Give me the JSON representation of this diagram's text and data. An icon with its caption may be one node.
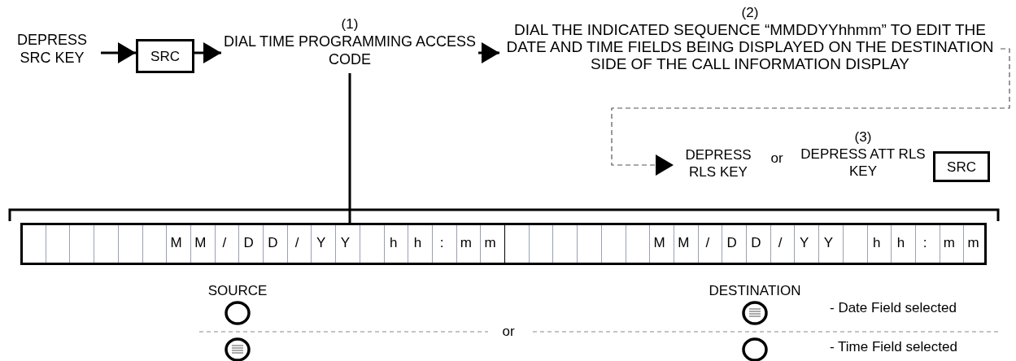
{
  "diagram": {
    "nodes": [
      {
        "text": [
          "DEPRESS SRC KEY"
        ]
      },
      {
        "text": [
          "SRC"
        ]
      },
      {
        "text": [
          "(1)",
          "DIAL TIME PROGRAMMING ACCESS CODE"
        ]
      },
      {
        "text": [
          "(2)",
          "DIAL THE INDICATED SEQUENCE “MMDDYYhhmm” TO EDIT THE DATE AND TIME FIELDS BEING DISPLAYED ON THE DESTINATION SIDE OF THE CALL INFORMATION DISPLAY"
        ]
      },
      {
        "text": [
          "DEPRESS RLS KEY"
        ]
      },
      {
        "text": [
          "(3)",
          "DEPRESS ATT RLS KEY"
        ]
      },
      {
        "text": [
          "SRC"
        ]
      },
      {
        "text": [],
        "shape": "box"
      }
    ],
    "edges": [
      {
        "from": 0,
        "to": 1,
        "arrow": "to"
      },
      {
        "from": 1,
        "to": 2,
        "arrow": "to"
      },
      {
        "from": 2,
        "to": 3,
        "arrow": "to"
      },
      {
        "from": 3,
        "to": 4,
        "arrow": "to",
        "style": "dashed"
      },
      {
        "from": 2,
        "to": 7,
        "arrow": "none"
      }
    ],
    "labels": [
      "or",
      "M",
      "M",
      "/",
      "D",
      "D",
      "/",
      "Y",
      "Y",
      "h",
      "h",
      ":",
      "m",
      "m",
      "M",
      "M",
      "/",
      "D",
      "D",
      "/",
      "Y",
      "Y",
      "h",
      "h",
      ":",
      "m",
      "m",
      "SOURCE",
      "DESTINATION",
      "- Date Field selected",
      "or",
      "- Time Field selected"
    ]
  }
}
